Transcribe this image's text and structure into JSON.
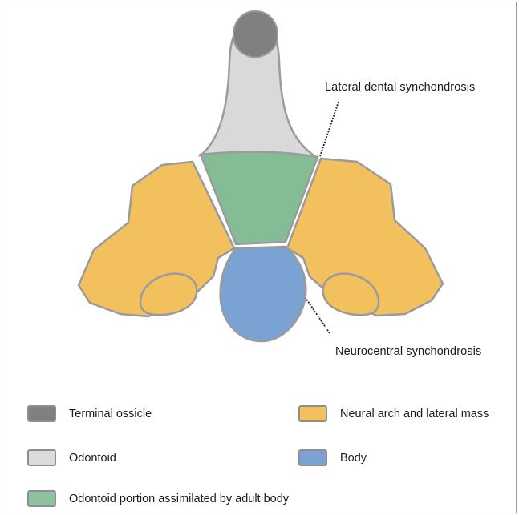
{
  "callouts": {
    "lateral_dental": "Lateral dental synchondrosis",
    "neurocentral": "Neurocentral synchondrosis"
  },
  "legend": [
    {
      "label": "Terminal ossicle",
      "color": "#808080"
    },
    {
      "label": "Neural arch and lateral mass",
      "color": "#f2c15e"
    },
    {
      "label": "Odontoid",
      "color": "#dcdcdc"
    },
    {
      "label": "Body",
      "color": "#7aa2d3"
    },
    {
      "label": "Odontoid portion assimilated by adult body",
      "color": "#8fc29f"
    }
  ],
  "colors": {
    "terminal_ossicle": "#808080",
    "odontoid": "#d9d9d9",
    "odontoid_assimilated": "#84bc96",
    "neural_arch": "#f2c15e",
    "body": "#7aa2d3",
    "outline": "#9b9b9b"
  }
}
